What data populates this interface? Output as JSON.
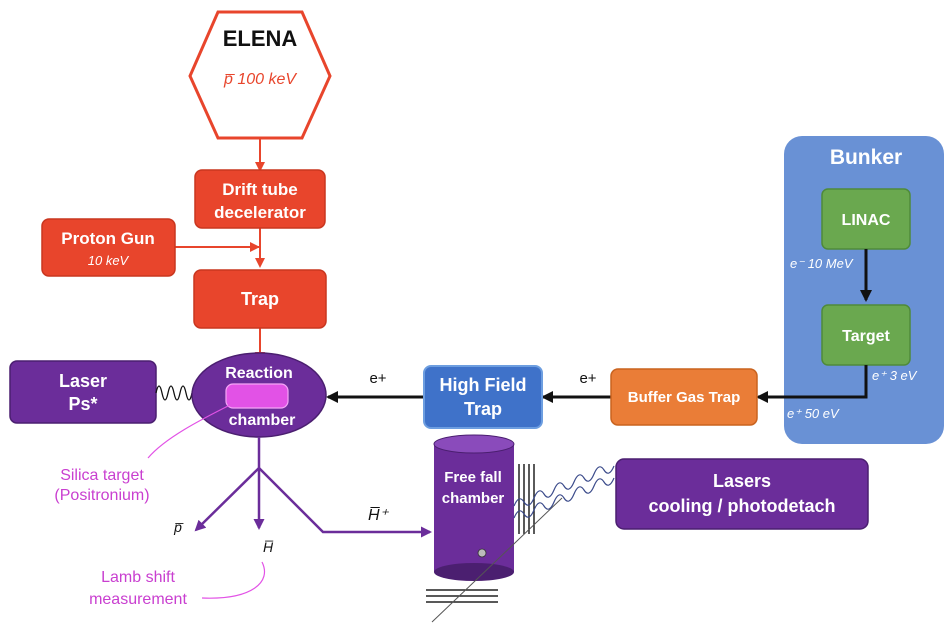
{
  "colors": {
    "red": "#e8452c",
    "red_dark": "#c9361f",
    "purple": "#6b2d9a",
    "purple_dark": "#4b1f70",
    "blue": "#3f72c9",
    "blue_light": "#6d9ee0",
    "orange": "#ea7d37",
    "green": "#6aa84f",
    "green_dark": "#4f8a3a",
    "magenta": "#e252e6",
    "black": "#111111"
  },
  "elena": {
    "title": "ELENA",
    "subtitle": "p̅ 100 keV"
  },
  "drift_tube": {
    "line1": "Drift tube",
    "line2": "decelerator"
  },
  "proton_gun": {
    "title": "Proton Gun",
    "energy": "10 keV"
  },
  "trap": {
    "label": "Trap"
  },
  "laser_ps": {
    "line1": "Laser",
    "line2": "Ps*"
  },
  "reaction_chamber": {
    "line1": "Reaction",
    "line2": "chamber"
  },
  "silica_target": {
    "line1": "Silica target",
    "line2": "(Positronium)"
  },
  "high_field_trap": {
    "line1": "High Field",
    "line2": "Trap"
  },
  "buffer_gas_trap": {
    "label": "Buffer Gas Trap"
  },
  "bunker": {
    "title": "Bunker",
    "linac": "LINAC",
    "target": "Target",
    "energy_linac": "e⁻ 10 MeV",
    "energy_target": "e⁺ 3 eV",
    "energy_out": "e⁺ 50 eV"
  },
  "positron_labels": {
    "left": "e+",
    "right": "e+"
  },
  "products": {
    "pbar": "p̅",
    "hbar": "H̅",
    "hbar_plus": "H̅⁺"
  },
  "lamb_shift": {
    "line1": "Lamb shift",
    "line2": "measurement"
  },
  "free_fall": {
    "line1": "Free fall",
    "line2": "chamber"
  },
  "lasers_cooling": {
    "line1": "Lasers",
    "line2": "cooling / photodetach"
  }
}
